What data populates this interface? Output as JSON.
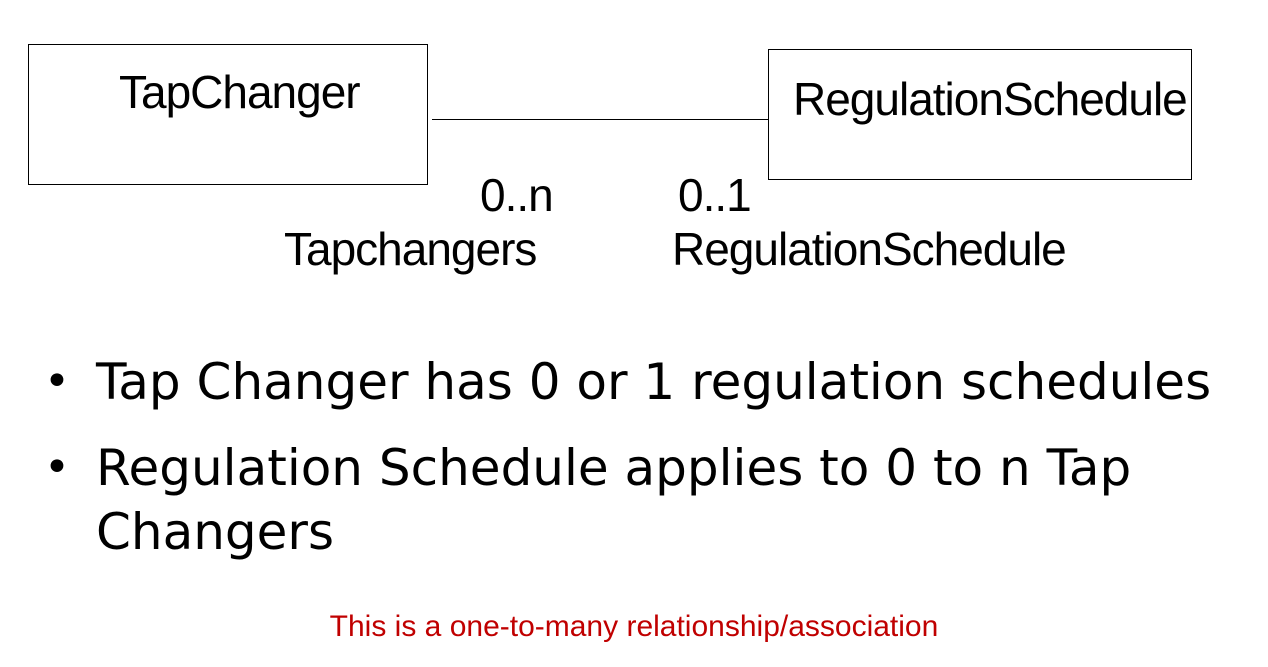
{
  "diagram": {
    "left_class": {
      "name": "TapChanger"
    },
    "right_class": {
      "name": "RegulationSchedule"
    },
    "association": {
      "left_multiplicity": "0..n",
      "left_role": "Tapchangers",
      "right_multiplicity": "0..1",
      "right_role": "RegulationSchedule"
    }
  },
  "bullets": [
    {
      "text": "Tap Changer has 0 or 1 regulation schedules"
    },
    {
      "text": "Regulation Schedule applies to 0 to n Tap Changers"
    }
  ],
  "bullet_symbol": "•",
  "note": {
    "text": "This is a one-to-many relationship/association",
    "color": "#c00000"
  }
}
